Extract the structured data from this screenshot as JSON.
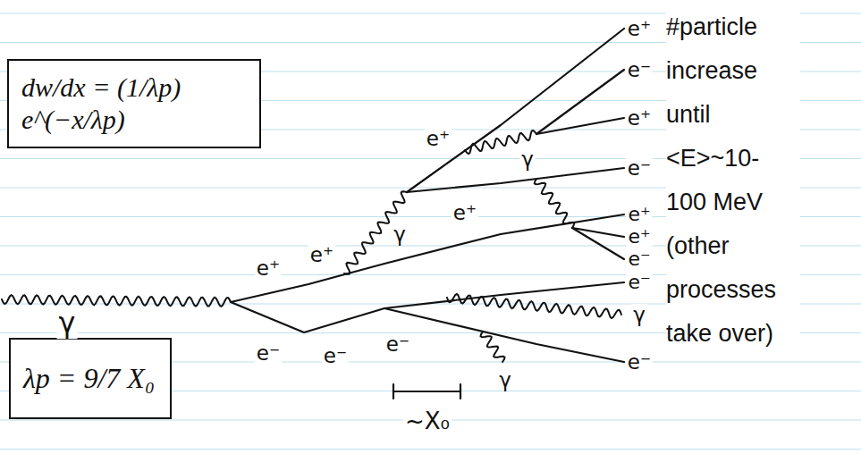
{
  "diagram": {
    "nodes": [
      {
        "text": [
          "dw/dx = (1/λp) e^(−x/λp)"
        ]
      },
      {
        "text": [
          "λp = 9/7 X₀"
        ]
      }
    ],
    "labels": [
      "e⁺",
      "e⁻",
      "e⁺",
      "e⁻",
      "e⁺",
      "e⁺",
      "e⁻",
      "e⁻",
      "γ",
      "e⁻",
      "e⁺",
      "e⁺",
      "γ",
      "e⁺",
      "γ",
      "e⁺",
      "e⁻",
      "e⁻",
      "e⁻",
      "γ",
      "γ",
      "~X₀",
      "#particle increase until <E>~10- 100 MeV (other processes take over)"
    ]
  }
}
